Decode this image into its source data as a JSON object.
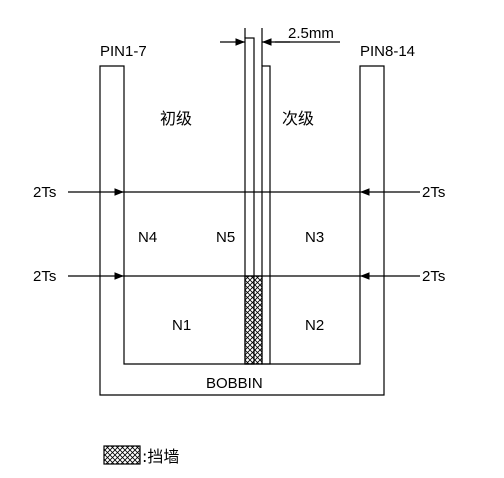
{
  "labels": {
    "pin_left": "PIN1-7",
    "pin_right": "PIN8-14",
    "gap": "2.5mm",
    "primary": "初级",
    "secondary": "次级",
    "turns_left_top": "2Ts",
    "turns_right_top": "2Ts",
    "turns_left_bottom": "2Ts",
    "turns_right_bottom": "2Ts",
    "n4": "N4",
    "n5": "N5",
    "n3": "N3",
    "n1": "N1",
    "n2": "N2",
    "bobbin": "BOBBIN",
    "legend_text": ":挡墙"
  },
  "colors": {
    "line": "#000000",
    "background": "#ffffff"
  }
}
